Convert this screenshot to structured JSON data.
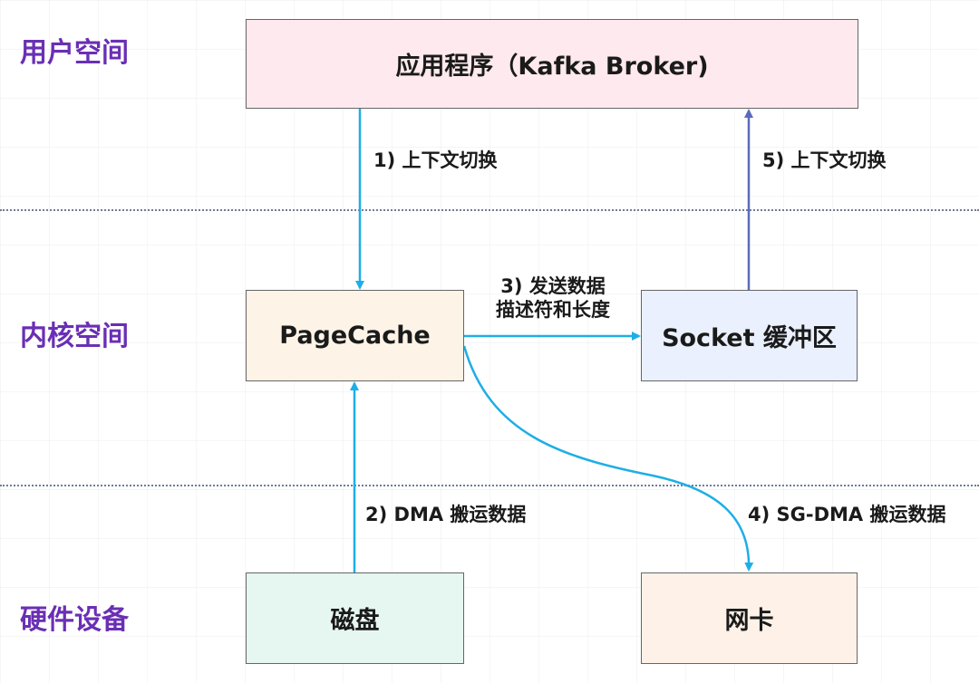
{
  "layers": {
    "user": "用户空间",
    "kernel": "内核空间",
    "hardware": "硬件设备"
  },
  "nodes": {
    "app": {
      "label": "应用程序（Kafka Broker)",
      "fill": "#fde9ee"
    },
    "pagecache": {
      "label": "PageCache",
      "fill": "#fdf3e6"
    },
    "socket": {
      "label": "Socket 缓冲区",
      "fill": "#eaf0fd"
    },
    "disk": {
      "label": "磁盘",
      "fill": "#e6f6f1"
    },
    "nic": {
      "label": "网卡",
      "fill": "#fdf1e8"
    }
  },
  "edges": {
    "step1": "1) 上下文切换",
    "step2": "2) DMA 搬运数据",
    "step3_line1": "3) 发送数据",
    "step3_line2": "描述符和长度",
    "step4": "4) SG-DMA 搬运数据",
    "step5": "5) 上下文切换"
  },
  "colors": {
    "layer_label": "#6a2fb4",
    "arrow_cyan": "#1eaee6",
    "arrow_indigo": "#5a6bbd",
    "divider": "#6e7c96"
  }
}
